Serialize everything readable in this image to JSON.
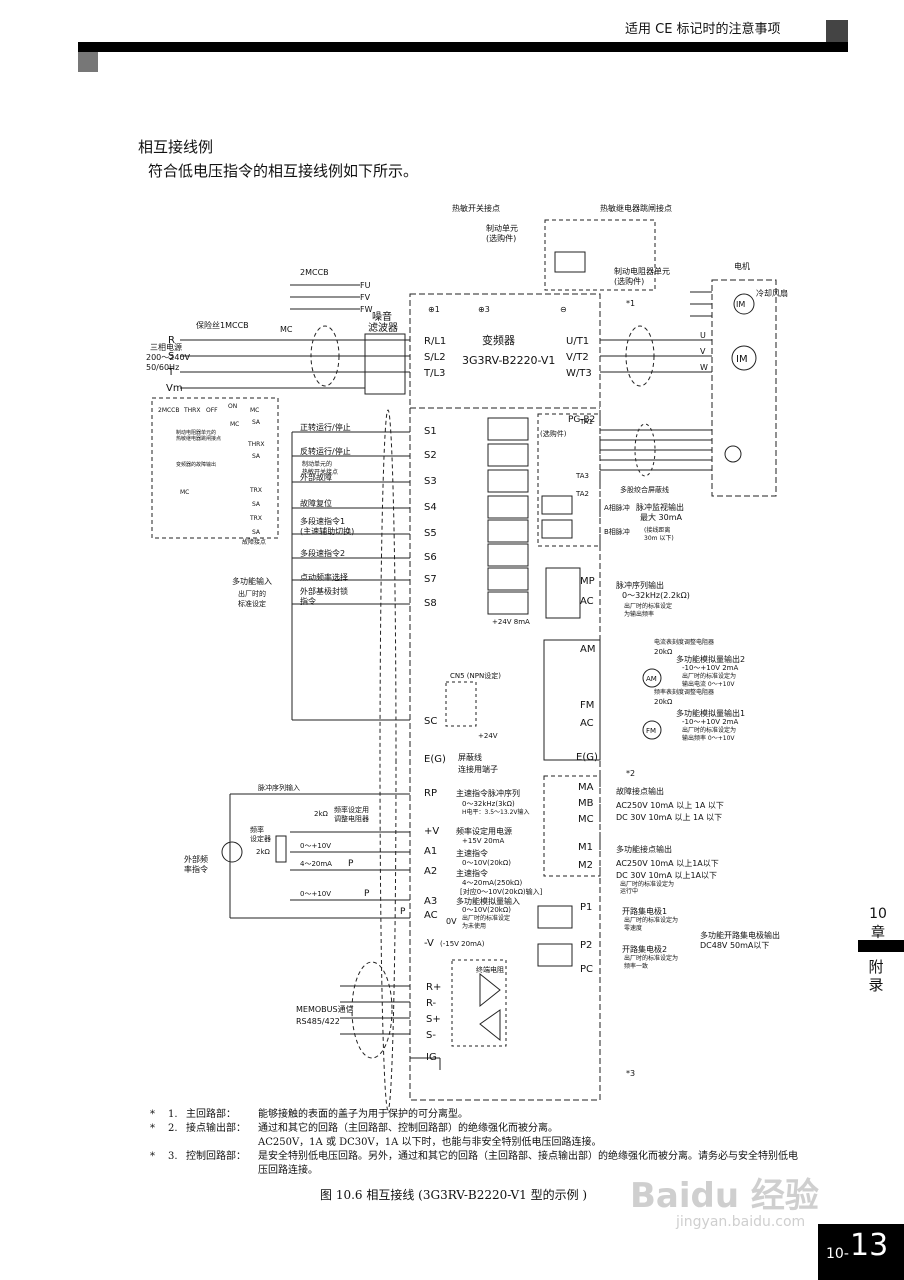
{
  "header": {
    "title": "适用 CE 标记时的注意事项"
  },
  "section": {
    "title": "相互接线例",
    "intro": "符合低电压指令的相互接线例如下所示。"
  },
  "diagram": {
    "inverter_title": "变频器",
    "inverter_model": "3G3RV-B2220-V1",
    "noise_filter": "噪音",
    "noise_filter2": "滤波器",
    "brake_unit": "制动单元",
    "brake_unit_opt": "(选购件)",
    "brake_resistor_unit": "制动电阻器单元",
    "brake_resistor_opt": "(选购件)",
    "thermal_switch": "热敏开关接点",
    "thermal_relay": "热敏继电器跳闸接点",
    "motor": "电机",
    "cooling_fan": "冷却风扇",
    "im": "IM",
    "mccb2": "2MCCB",
    "mccb1": "保险丝1MCCB",
    "mc": "MC",
    "three_phase": "三相电源",
    "voltage": "200～240V",
    "freq": "50/60Hz",
    "fu": "FU",
    "fv": "FV",
    "fw": "FW",
    "r": "R",
    "s": "S",
    "t": "T",
    "vm": "Vm",
    "rl1": "R/L1",
    "sl2": "S/L2",
    "tl3": "T/L3",
    "ut1": "U/T1",
    "vt2": "V/T2",
    "wt3": "W/T3",
    "u": "U",
    "v": "V",
    "w": "W",
    "plus1": "⊕1",
    "plus3": "⊕3",
    "minus": "⊖",
    "note1": "*1",
    "note2": "*2",
    "note3": "*3",
    "s_terminals": [
      {
        "term": "S1",
        "label": "正转运行/停止"
      },
      {
        "term": "S2",
        "label": "反转运行/停止"
      },
      {
        "term": "S3",
        "label": "外部故障"
      },
      {
        "term": "S4",
        "label": "故障复位"
      },
      {
        "term": "S5",
        "label": "多段速指令1"
      },
      {
        "term": "S6",
        "label": "多段速指令2"
      },
      {
        "term": "S7",
        "label": "点动频率选择"
      },
      {
        "term": "S8",
        "label": "外部基极封锁"
      }
    ],
    "s3_extra": "制动单元的",
    "s3_extra2": "热敏开关接点",
    "s5_extra": "(主速辅助切换)",
    "s8_extra": "指令",
    "multi_input": "多功能输入",
    "factory_default": "出厂时的",
    "factory_default2": "标准设定",
    "voltage_24": "+24V 8mA",
    "pg_b2": "PG-B2",
    "pg_opt": "(选购件)",
    "ta1": "TA1",
    "ta2": "TA2",
    "ta3": "TA3",
    "shield_twisted": "多股绞合屏蔽线",
    "pulse_monitor": "脉冲监视输出",
    "pulse_monitor_max": "最大 30mA",
    "phase_a": "A相脉冲",
    "phase_b": "B相脉冲",
    "wire_dist": "(接线距离",
    "wire_dist2": "30m 以下)",
    "mp": "MP",
    "ac": "AC",
    "pulse_train_out": "脉冲序列输出",
    "pulse_train_range": "0～32kHz(2.2kΩ)",
    "pulse_train_default": "出厂时的标准设定",
    "pulse_train_default2": "为输出频率",
    "am": "AM",
    "fm": "FM",
    "ammeter_adj": "电流表刻度调整电阻器",
    "r20k": "20kΩ",
    "analog_out2": "多功能模拟量输出2",
    "analog_out2_range": "-10～+10V 2mA",
    "analog_out2_def": "出厂时的标准设定为",
    "analog_out2_def2": "输出电流 0～+10V",
    "freqmeter_adj": "频率表刻度调整电阻器",
    "analog_out1": "多功能模拟量输出1",
    "analog_out1_range": "-10～+10V 2mA",
    "analog_out1_def": "出厂时的标准设定为",
    "analog_out1_def2": "输出频率 0～+10V",
    "am_meter": "AM",
    "fm_meter": "FM",
    "cn5": "CN5 (NPN设定)",
    "sc": "SC",
    "v24": "+24V",
    "eg": "E(G)",
    "shield_term": "屏蔽线",
    "shield_term2": "连接用端子",
    "pulse_input": "脉冲序列输入",
    "rp": "RP",
    "main_pulse": "主速指令脉冲序列",
    "main_pulse_range": "0～32kHz(3kΩ)",
    "main_pulse_level": "H电平：3.5～13.2V输入",
    "freq_setter": "频率设定用",
    "freq_setter2": "调整电阻器",
    "r2k": "2kΩ",
    "freq_setting": "频率",
    "freq_setting2": "设定器",
    "r2k2": "2kΩ",
    "ext_freq": "外部频",
    "ext_freq2": "率指令",
    "plus_v": "+V",
    "a1": "A1",
    "a2": "A2",
    "a3": "A3",
    "ac2": "AC",
    "minus_v": "-V",
    "v_0_10": "0～+10V",
    "ma_4_20": "4～20mA",
    "v_0_10b": "0～+10V",
    "p": "P",
    "freq_power": "频率设定用电源",
    "freq_power_v": "+15V 20mA",
    "main_cmd": "主速指令",
    "main_cmd_range": "0～10V(20kΩ)",
    "main_cmd2": "主速指令",
    "main_cmd2_range": "4～20mA(250kΩ)",
    "main_cmd2_range2": "[对应0～10V(20kΩ)输入]",
    "multi_analog_in": "多功能模拟量输入",
    "multi_analog_in_range": "0～10V(20kΩ)",
    "multi_analog_def": "出厂时的标准设定",
    "multi_analog_def2": "为未使用",
    "ov": "0V",
    "v15": "(-15V 20mA)",
    "fault_out": "故障接点输出",
    "fault_out_ac": "AC250V 10mA 以上 1A 以下",
    "fault_out_dc": "DC 30V 10mA 以上 1A 以下",
    "ma": "MA",
    "mb": "MB",
    "mc2": "MC",
    "m1": "M1",
    "m2": "M2",
    "multi_contact": "多功能接点输出",
    "multi_contact_ac": "AC250V 10mA 以上1A以下",
    "multi_contact_dc": "DC 30V 10mA 以上1A以下",
    "multi_contact_def": "出厂时的标准设定为",
    "multi_contact_def2": "运行中",
    "p1": "P1",
    "p2": "P2",
    "pc": "PC",
    "oc1": "开路集电极1",
    "oc1_def": "出厂时的标准设定为",
    "oc1_def2": "零速度",
    "oc2": "开路集电极2",
    "oc2_def": "出厂时的标准设定为",
    "oc2_def2": "频率一致",
    "multi_oc": "多功能开路集电极输出",
    "multi_oc_spec": "DC48V 50mA以下",
    "memobus": "MEMOBUS通信",
    "rs485": "RS485/422",
    "rplus": "R+",
    "rminus": "R-",
    "splus": "S+",
    "sminus": "S-",
    "ig": "IG",
    "term_res": "终端电阻",
    "ctrl_labels": [
      "2MCCB",
      "THRX",
      "OFF",
      "ON",
      "MC",
      "SA",
      "MC",
      "THRX",
      "SA",
      "MC",
      "TRX",
      "SA",
      "TRX",
      "SA"
    ],
    "ctrl_note1": "制动电阻器单元的",
    "ctrl_note1b": "热敏继电器跳闸接点",
    "ctrl_note2": "变频器的故障输出",
    "ctrl_note3": "故障接点"
  },
  "notes": [
    {
      "num": "*",
      "idx": "1.",
      "label": "主回路部：",
      "text": "能够接触的表面的盖子为用于保护的可分离型。"
    },
    {
      "num": "*",
      "idx": "2.",
      "label": "接点输出部：",
      "text": "通过和其它的回路（主回路部、控制回路部）的绝缘强化而被分离。"
    },
    {
      "num": "",
      "idx": "",
      "label": "",
      "text": "AC250V，1A 或 DC30V，1A 以下时，也能与非安全特别低电压回路连接。"
    },
    {
      "num": "*",
      "idx": "3.",
      "label": "控制回路部：",
      "text": "是安全特别低电压回路。另外，通过和其它的回路（主回路部、接点输出部）的绝缘强化而被分离。请务必与安全特别低电"
    },
    {
      "num": "",
      "idx": "",
      "label": "",
      "text": "压回路连接。"
    }
  ],
  "caption": "图 10.6 相互接线 (3G3RV-B2220-V1 型的示例 )",
  "sidebar": {
    "chapter_num": "10",
    "chapter_word": "章",
    "appendix": "附录"
  },
  "page": {
    "prefix": "10-",
    "number": "13"
  },
  "watermark": {
    "main": "Baidu 经验",
    "sub": "jingyan.baidu.com"
  }
}
